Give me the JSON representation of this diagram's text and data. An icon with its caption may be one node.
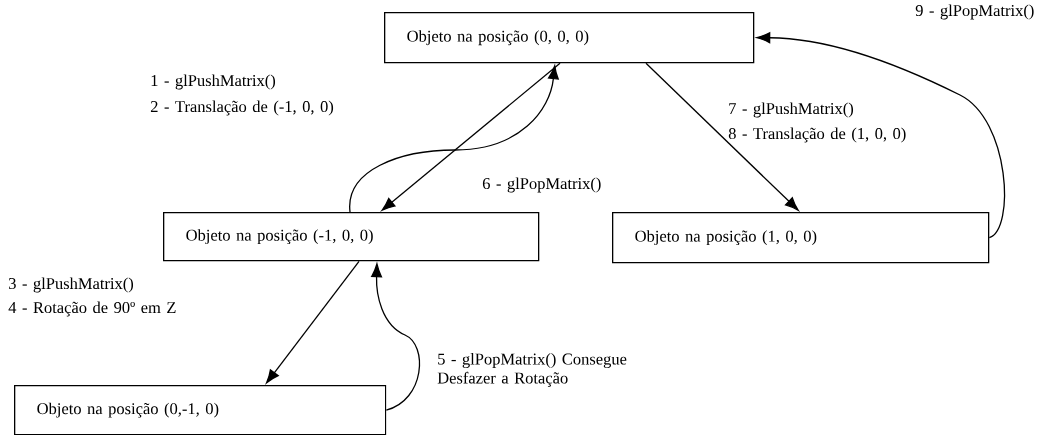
{
  "diagram": {
    "nodes": [
      {
        "text": [
          "Objeto na posição (0, 0, 0)"
        ]
      },
      {
        "text": [
          "Objeto na posição (-1, 0, 0)"
        ]
      },
      {
        "text": [
          "Objeto na posição (1, 0, 0)"
        ]
      },
      {
        "text": [
          "Objeto na posição (0,-1, 0)"
        ]
      }
    ],
    "edges": [
      {
        "from": 0,
        "to": 1,
        "arrow": "to"
      },
      {
        "from": 1,
        "to": 0,
        "arrow": "to"
      },
      {
        "from": 0,
        "to": 2,
        "arrow": "to"
      },
      {
        "from": 2,
        "to": 0,
        "arrow": "to"
      },
      {
        "from": 1,
        "to": 3,
        "arrow": "to"
      },
      {
        "from": 3,
        "to": 1,
        "arrow": "to"
      }
    ],
    "labels": [
      "9 - glPopMatrix()",
      "1 - glPushMatrix()",
      "2 - Translação de (-1, 0, 0)",
      "7 - glPushMatrix()",
      "8 - Translação de (1, 0, 0)",
      "6 - glPopMatrix()",
      "3 - glPushMatrix()",
      "4 - Rotação de 90º em Z",
      "5 - glPopMatrix() Consegue Desfazer a Rotação"
    ]
  }
}
